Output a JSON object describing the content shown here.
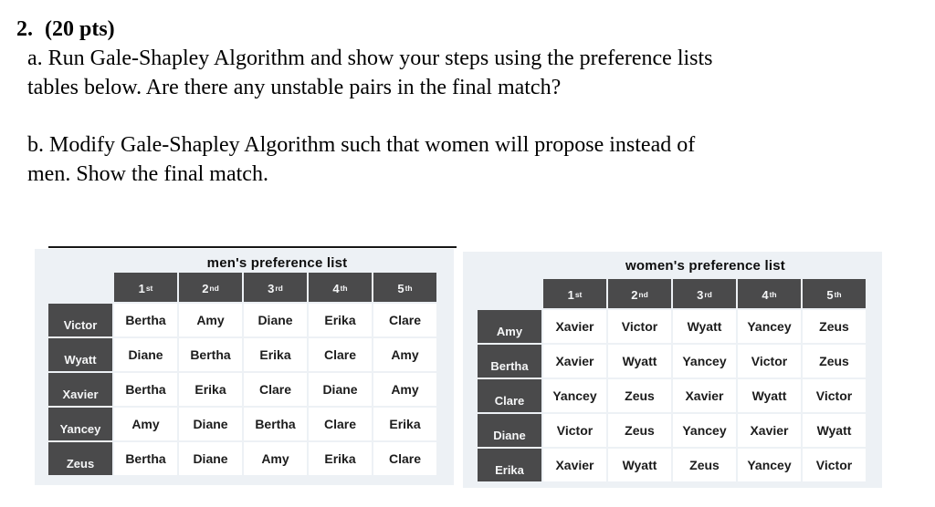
{
  "problem": {
    "number": "2.",
    "points": "(20 pts)",
    "part_a": [
      "a. Run Gale-Shapley Algorithm and show your steps using the preference lists",
      "tables below. Are there any unstable pairs in the final match?"
    ],
    "part_b": [
      "b. Modify Gale-Shapley Algorithm such that women will propose instead of",
      "men. Show the final match."
    ]
  },
  "tables": [
    {
      "id": "men",
      "title": "men's preference list",
      "ranks": [
        {
          "num": "1",
          "sup": "st"
        },
        {
          "num": "2",
          "sup": "nd"
        },
        {
          "num": "3",
          "sup": "rd"
        },
        {
          "num": "4",
          "sup": "th"
        },
        {
          "num": "5",
          "sup": "th"
        }
      ],
      "rows": [
        {
          "name": "Victor",
          "prefs": [
            "Bertha",
            "Amy",
            "Diane",
            "Erika",
            "Clare"
          ]
        },
        {
          "name": "Wyatt",
          "prefs": [
            "Diane",
            "Bertha",
            "Erika",
            "Clare",
            "Amy"
          ]
        },
        {
          "name": "Xavier",
          "prefs": [
            "Bertha",
            "Erika",
            "Clare",
            "Diane",
            "Amy"
          ]
        },
        {
          "name": "Yancey",
          "prefs": [
            "Amy",
            "Diane",
            "Bertha",
            "Clare",
            "Erika"
          ]
        },
        {
          "name": "Zeus",
          "prefs": [
            "Bertha",
            "Diane",
            "Amy",
            "Erika",
            "Clare"
          ]
        }
      ]
    },
    {
      "id": "women",
      "title": "women's preference list",
      "ranks": [
        {
          "num": "1",
          "sup": "st"
        },
        {
          "num": "2",
          "sup": "nd"
        },
        {
          "num": "3",
          "sup": "rd"
        },
        {
          "num": "4",
          "sup": "th"
        },
        {
          "num": "5",
          "sup": "th"
        }
      ],
      "rows": [
        {
          "name": "Amy",
          "prefs": [
            "Xavier",
            "Victor",
            "Wyatt",
            "Yancey",
            "Zeus"
          ]
        },
        {
          "name": "Bertha",
          "prefs": [
            "Xavier",
            "Wyatt",
            "Yancey",
            "Victor",
            "Zeus"
          ]
        },
        {
          "name": "Clare",
          "prefs": [
            "Yancey",
            "Zeus",
            "Xavier",
            "Wyatt",
            "Victor"
          ]
        },
        {
          "name": "Diane",
          "prefs": [
            "Victor",
            "Zeus",
            "Yancey",
            "Xavier",
            "Wyatt"
          ]
        },
        {
          "name": "Erika",
          "prefs": [
            "Xavier",
            "Wyatt",
            "Zeus",
            "Yancey",
            "Victor"
          ]
        }
      ]
    }
  ],
  "colors": {
    "panel_bg": "#edf1f5",
    "header_cell_bg": "#4a4a4b",
    "header_cell_text": "#f5f6f7",
    "cell_bg": "#ffffff",
    "cell_text": "#1c1c1c",
    "rule": "#161616"
  }
}
